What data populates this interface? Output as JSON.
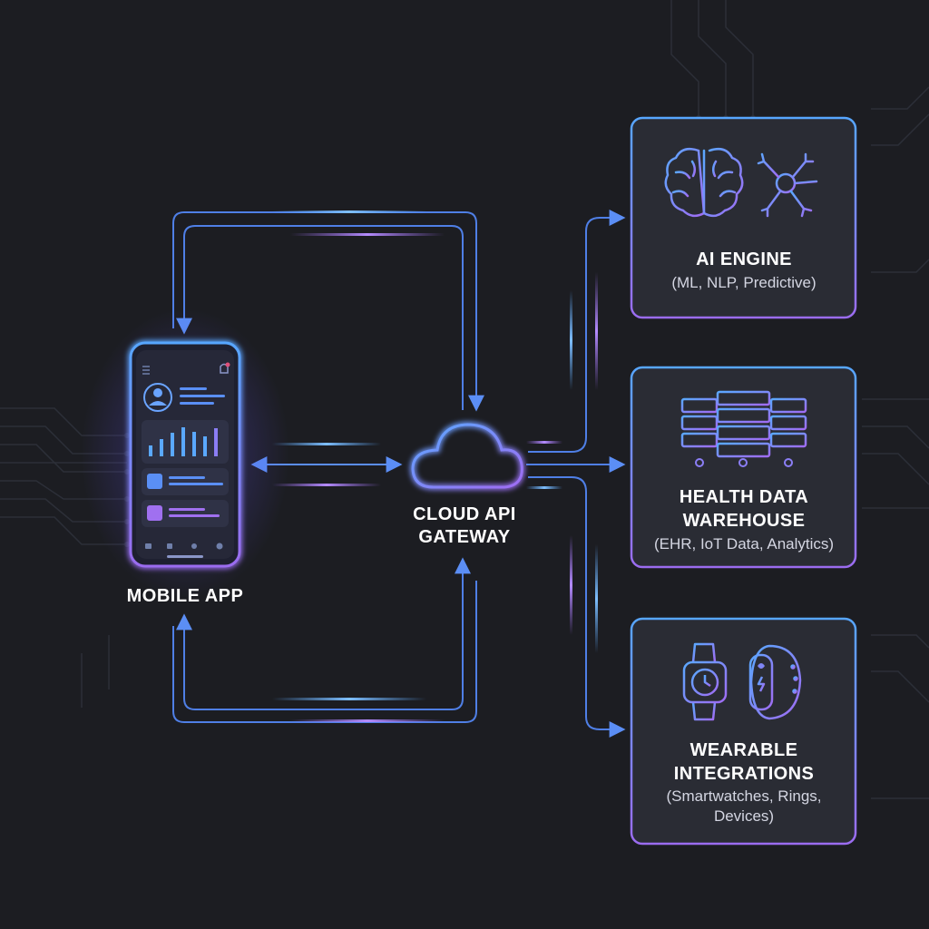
{
  "nodes": {
    "mobile_app": {
      "label": "MOBILE APP"
    },
    "cloud_gateway": {
      "line1": "CLOUD API",
      "line2": "GATEWAY"
    },
    "ai_engine": {
      "title": "AI ENGINE",
      "subtitle": "(ML, NLP, Predictive)"
    },
    "health_warehouse": {
      "title1": "HEALTH DATA",
      "title2": "WAREHOUSE",
      "subtitle": "(EHR, IoT Data, Analytics)"
    },
    "wearables": {
      "title1": "WEARABLE",
      "title2": "INTEGRATIONS",
      "subtitle1": "(Smartwatches, Rings,",
      "subtitle2": "Devices)"
    }
  },
  "icons": [
    "brain-icon",
    "neuron-icon",
    "server-rack-icon",
    "smartwatch-icon",
    "fitness-band-icon",
    "cloud-icon",
    "phone-icon"
  ],
  "colors": {
    "background": "#1c1d22",
    "accent_blue": "#4f8ff7",
    "accent_purple": "#9b6cf0",
    "box_fill": "#2a2c34"
  }
}
